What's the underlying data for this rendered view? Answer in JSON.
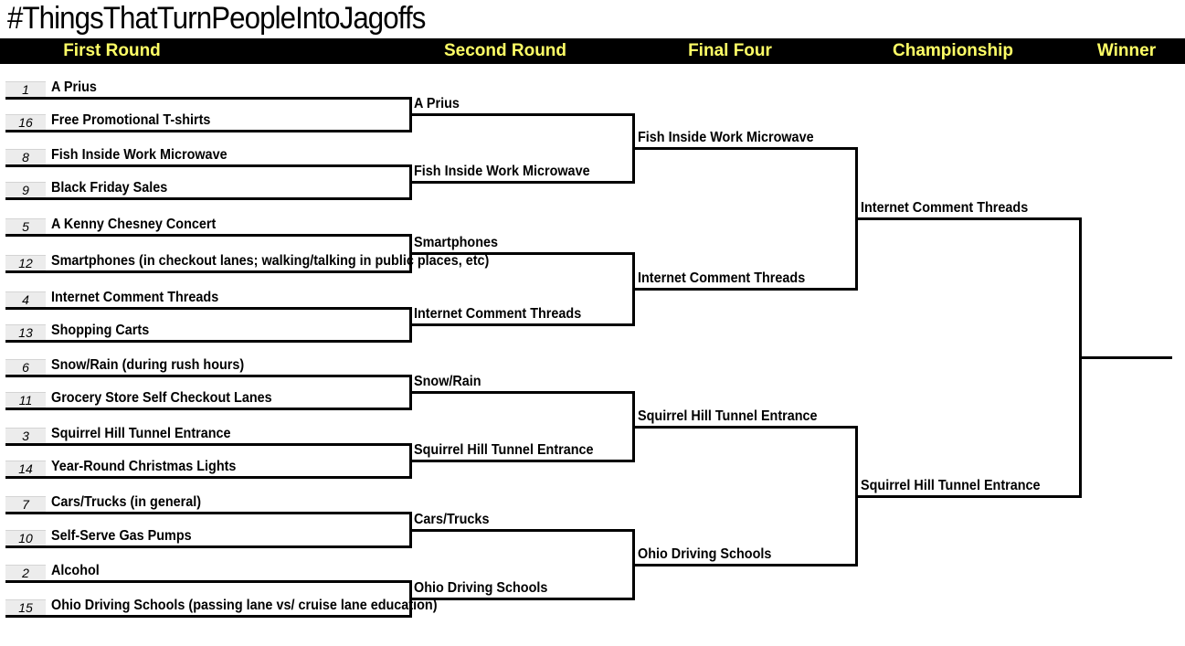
{
  "title": "#ThingsThatTurnPeopleIntoJagoffs",
  "rounds": [
    "First Round",
    "Second Round",
    "Final Four",
    "Championship",
    "Winner"
  ],
  "first_round": [
    {
      "seed": "1",
      "name": "A Prius"
    },
    {
      "seed": "16",
      "name": "Free Promotional T-shirts"
    },
    {
      "seed": "8",
      "name": "Fish Inside Work Microwave"
    },
    {
      "seed": "9",
      "name": "Black Friday Sales"
    },
    {
      "seed": "5",
      "name": "A Kenny Chesney Concert"
    },
    {
      "seed": "12",
      "name": "Smartphones (in checkout lanes; walking/talking in public places, etc)"
    },
    {
      "seed": "4",
      "name": "Internet Comment Threads"
    },
    {
      "seed": "13",
      "name": "Shopping Carts"
    },
    {
      "seed": "6",
      "name": "Snow/Rain (during rush hours)"
    },
    {
      "seed": "11",
      "name": "Grocery Store Self Checkout Lanes"
    },
    {
      "seed": "3",
      "name": "Squirrel Hill Tunnel Entrance"
    },
    {
      "seed": "14",
      "name": "Year-Round Christmas Lights"
    },
    {
      "seed": "7",
      "name": "Cars/Trucks (in general)"
    },
    {
      "seed": "10",
      "name": "Self-Serve Gas Pumps"
    },
    {
      "seed": "2",
      "name": "Alcohol"
    },
    {
      "seed": "15",
      "name": "Ohio Driving Schools (passing lane vs/ cruise lane education)"
    }
  ],
  "second_round": [
    "A Prius",
    "Fish Inside Work Microwave",
    "Smartphones",
    "Internet Comment Threads",
    "Snow/Rain",
    "Squirrel Hill Tunnel Entrance",
    "Cars/Trucks",
    "Ohio Driving Schools"
  ],
  "final_four": [
    "Fish Inside Work Microwave",
    "Internet Comment Threads",
    "Squirrel Hill Tunnel Entrance",
    "Ohio Driving Schools"
  ],
  "championship": [
    "Internet Comment Threads",
    "Squirrel Hill Tunnel Entrance"
  ],
  "winner": ""
}
